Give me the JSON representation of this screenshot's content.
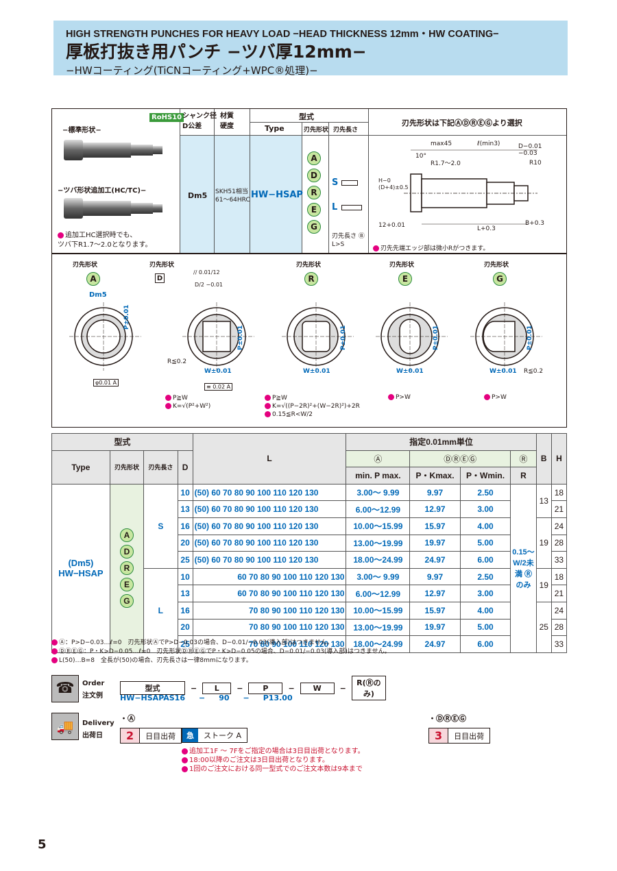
{
  "header": {
    "title_en": "HIGH STRENGTH PUNCHES FOR HEAVY LOAD −HEAD THICKNESS 12mm・HW COATING−",
    "title_jp": "厚板打抜き用パンチ −ツバ厚12mm−",
    "subtitle": "−HWコーティング(TiCNコーティング+WPC®処理)−"
  },
  "spec": {
    "rohs": "RoHS10",
    "std_shape": "−標準形状−",
    "hc_shape": "−ツバ形状追加工(HC/TC)−",
    "shank_tol_head": "シャンク径\nD公差",
    "material_head": "材質\n硬度",
    "type_group": "型式",
    "type_head": "Type",
    "tip_shape_head": "刃先形状",
    "tip_len_head": "刃先長さ",
    "select_note": "刃先形状は下記ⒶⒹⓇⒺⒼより選択",
    "d_tol": "Dm5",
    "material": "SKH51相当\n61〜64HRC",
    "type": "HW−HSAP",
    "shapes": [
      "A",
      "D",
      "R",
      "E",
      "G"
    ],
    "len_s": "S",
    "len_l": "L",
    "len_note": "刃先長さ Ⓑ\nL>S",
    "note_hc": "追加工HC選択時でも、\nツバ下R1.7〜2.0となります。",
    "note_edge": "刃先先端エッジ部は微小Rがつきます。",
    "dims": {
      "max45": "max45",
      "lmin": "ℓ(min3)",
      "ang": "10°",
      "r17": "R1.7〜2.0",
      "d_tol": "D−0.01\n−0.03",
      "r10": "R10",
      "h_dim": "H−0\n(D+4)±0.5",
      "t12": "12+0.01",
      "l_tol": "L+0.3",
      "b_tol": "B+0.3"
    }
  },
  "shapes_section": {
    "label": "刃先形状",
    "items": [
      {
        "letter": "A",
        "notes": []
      },
      {
        "letter": "D",
        "notes": [
          "P≧W",
          "K=√(P²+W²)"
        ]
      },
      {
        "letter": "R",
        "notes": [
          "P≧W",
          "K=√((P−2R)²+(W−2R)²)+2R",
          "0.15≦R<W/2"
        ]
      },
      {
        "letter": "E",
        "notes": [
          "P>W"
        ]
      },
      {
        "letter": "G",
        "notes": [
          "P>W"
        ]
      }
    ],
    "labels": {
      "dm5": "Dm5",
      "p_tol": "P±0.01",
      "w_tol": "W±0.01",
      "r02": "R≦0.2",
      "conc": "φ0.01 A",
      "par": "// 0.01/12",
      "sym": "≡ 0.02 A",
      "d2": "D/2 −0.01"
    }
  },
  "table": {
    "group": "型式",
    "type_head": "Type",
    "shape_head": "刃先形状",
    "len_head": "刃先長さ",
    "d_head": "D",
    "l_head": "L",
    "unit_head": "指定0.01mm単位",
    "col_a": "Ⓐ",
    "col_dreg": "ⒹⓇⒺⒼ",
    "col_r": "Ⓡ",
    "min_p": "min. P max.",
    "pk": "P・Kmax.",
    "pw": "P・Wmin.",
    "r_head": "R",
    "b_head": "B",
    "h_head": "H",
    "type_val": "(Dm5)\nHW−HSAP",
    "r_val": "0.15〜W/2未満 Ⓡのみ",
    "rows_s": [
      {
        "d": "10",
        "l": "(50)  60  70  80  90  100  110  120  130",
        "p": "3.00〜 9.99",
        "k": "9.97",
        "w": "2.50",
        "h": "18"
      },
      {
        "d": "13",
        "l": "(50)  60  70  80  90  100  110  120  130",
        "p": "6.00〜12.99",
        "k": "12.97",
        "w": "3.00",
        "h": "21"
      },
      {
        "d": "16",
        "l": "(50)  60  70  80  90  100  110  120  130",
        "p": "10.00〜15.99",
        "k": "15.97",
        "w": "4.00",
        "h": "24"
      },
      {
        "d": "20",
        "l": "(50)  60  70  80  90  100  110  120  130",
        "p": "13.00〜19.99",
        "k": "19.97",
        "w": "5.00",
        "h": "28"
      },
      {
        "d": "25",
        "l": "(50)  60  70  80  90  100  110  120  130",
        "p": "18.00〜24.99",
        "k": "24.97",
        "w": "6.00",
        "h": "33"
      }
    ],
    "rows_l": [
      {
        "d": "10",
        "l": "60  70  80  90  100  110  120  130",
        "p": "3.00〜 9.99",
        "k": "9.97",
        "w": "2.50",
        "h": "18"
      },
      {
        "d": "13",
        "l": "60  70  80  90  100  110  120  130",
        "p": "6.00〜12.99",
        "k": "12.97",
        "w": "3.00",
        "h": "21"
      },
      {
        "d": "16",
        "l": "70  80  90  100  110  120  130",
        "p": "10.00〜15.99",
        "k": "15.97",
        "w": "4.00",
        "h": "24"
      },
      {
        "d": "20",
        "l": "70  80  90  100  110  120  130",
        "p": "13.00〜19.99",
        "k": "19.97",
        "w": "5.00",
        "h": "28"
      },
      {
        "d": "25",
        "l": "70  80  90  100  110  120  130",
        "p": "18.00〜24.99",
        "k": "24.97",
        "w": "6.00",
        "h": "33"
      }
    ],
    "b_values": [
      "13",
      "19",
      "19",
      "25"
    ]
  },
  "notes": [
    "Ⓐ：P>D−0.03…ℓ=0　刃先形状ⒶでP>D−0.03の場合、D−0.01/−0.03(導入部)はつきません。",
    "ⒹⓇⒺⒼ：P・K>D−0.05…ℓ=0　刃先形状ⒹⓇⒺⒼでP・K>D−0.05の場合、D−0.01/−0.03(導入部)はつきません。",
    "L(50)…B=8　全長が(50)の場合、刃先長さは一律8mmになります。"
  ],
  "order": {
    "label_en": "Order",
    "label_jp": "注文例",
    "fields": [
      "型式",
      "L",
      "P",
      "W",
      "R(Ⓡのみ)"
    ],
    "example": [
      "HW−HSAPAS16",
      "90",
      "P13.00"
    ]
  },
  "delivery": {
    "label_en": "Delivery",
    "label_jp": "出荷日",
    "a_label": "・Ⓐ",
    "a_days": "2",
    "a_text": "日目出荷",
    "express": "急",
    "express_text": "ストーク A",
    "dreg_label": "・ⒹⓇⒺⒼ",
    "dreg_days": "3",
    "dreg_text": "日目出荷",
    "notes": [
      "追加工1F 〜 7Fをご指定の場合は3日目出荷となります。",
      "18:00以降のご注文は3日目出荷となります。",
      "1回のご注文における同一型式でのご注文本数は9本まで"
    ]
  },
  "page_number": "5",
  "colors": {
    "header_bg": "#b8dcef",
    "accent_blue": "#0068b7",
    "col_bg": "#d6ecf7",
    "note_red": "#c8102e"
  }
}
